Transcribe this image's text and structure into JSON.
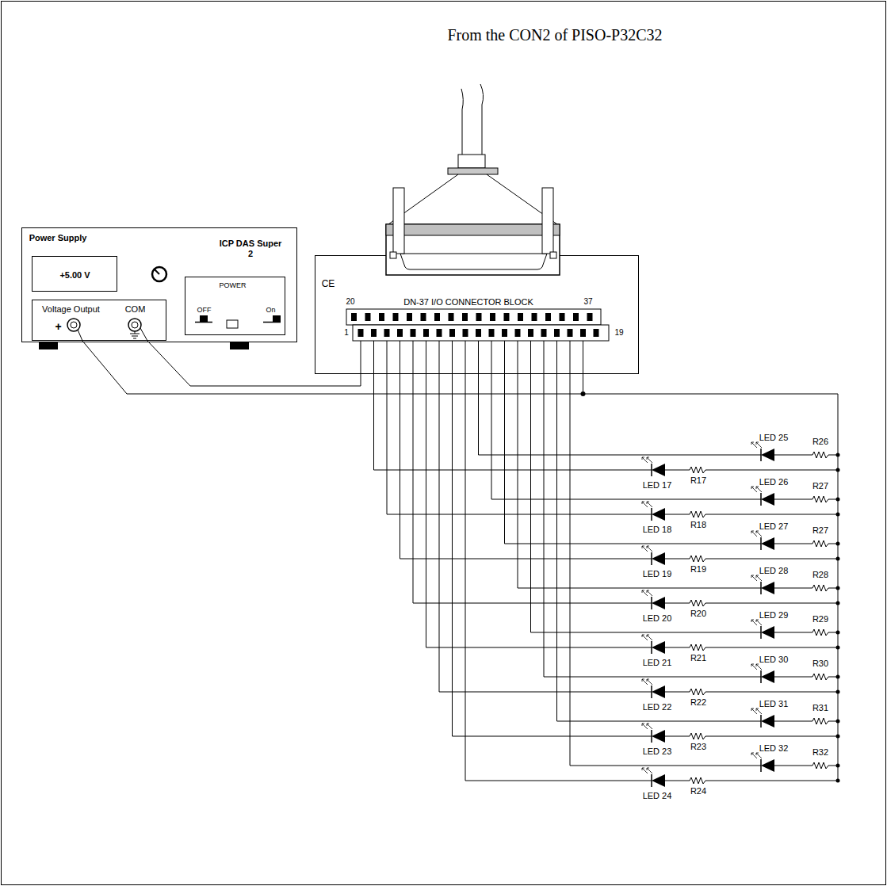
{
  "diagram": {
    "title": "From the CON2 of PISO-P32C32",
    "nodes": [
      {
        "text": [
          "Power Supply",
          "ICP DAS Super 2"
        ]
      },
      {
        "text": [
          "+5.00 V"
        ],
        "in": 0
      },
      {
        "text": [
          "POWER",
          "OFF",
          "On"
        ],
        "in": 0
      },
      {
        "text": [
          "Voltage Output",
          "COM",
          "+"
        ],
        "in": 0
      },
      {
        "text": [
          "CE",
          "20",
          "DN-37 I/O CONNECTOR BLOCK",
          "37",
          "1",
          "19"
        ]
      }
    ],
    "edges": [
      {
        "from": 3,
        "to": 4,
        "arrow": "none"
      },
      {
        "from": 3,
        "to": 4,
        "arrow": "none"
      }
    ],
    "labels": [
      "LED 25",
      "R26",
      "LED 17",
      "R17",
      "LED 26",
      "R27",
      "LED 18",
      "R18",
      "LED 27",
      "R27",
      "LED 19",
      "R19",
      "LED 28",
      "R28",
      "LED 20",
      "R20",
      "LED 29",
      "R29",
      "LED 21",
      "R21",
      "LED 30",
      "R30",
      "LED 22",
      "R22",
      "LED 31",
      "R31",
      "LED 23",
      "R23",
      "LED 32",
      "R32",
      "LED 24",
      "R24"
    ]
  }
}
